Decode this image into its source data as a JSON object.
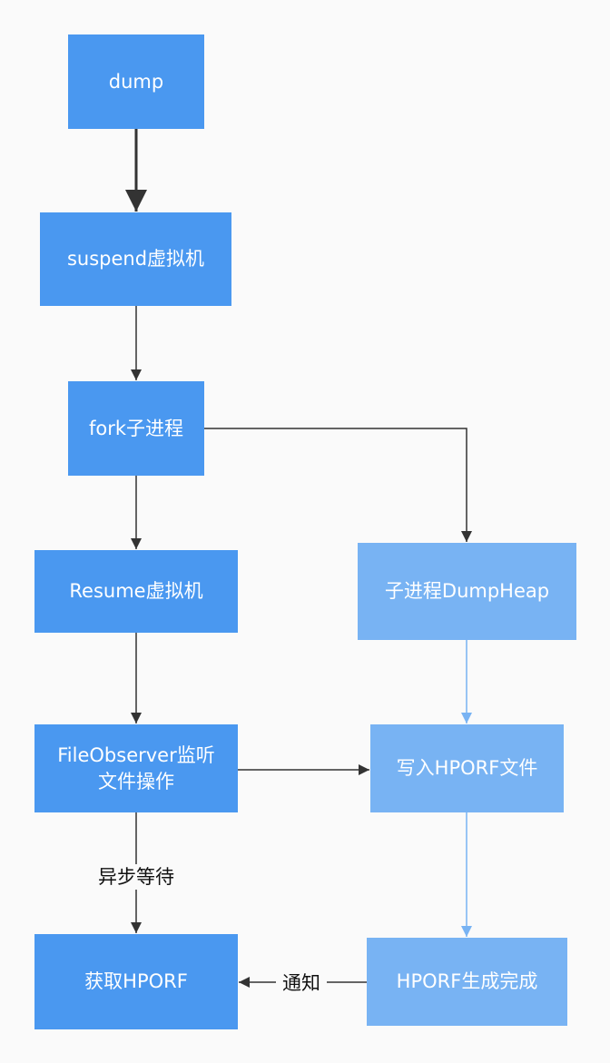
{
  "nodes": {
    "dump": {
      "text": "dump"
    },
    "suspend": {
      "text": "suspend虚拟机"
    },
    "fork": {
      "text": "fork子进程"
    },
    "resume": {
      "text": "Resume虚拟机"
    },
    "fileobserver": {
      "line1": "FileObserver监听",
      "line2": "文件操作"
    },
    "get_hporf": {
      "text": "获取HPORF"
    },
    "child_dumpheap": {
      "text": "子进程DumpHeap"
    },
    "write_hporf": {
      "text": "写入HPORF文件"
    },
    "hporf_done": {
      "text": "HPORF生成完成"
    }
  },
  "edge_labels": {
    "async_wait": "异步等待",
    "notify": "通知"
  },
  "colors": {
    "primary_node": "#4a98f0",
    "secondary_node": "#78b3f3",
    "dark_arrow": "#333333",
    "light_arrow": "#78b3f3",
    "background": "#fafafa"
  }
}
